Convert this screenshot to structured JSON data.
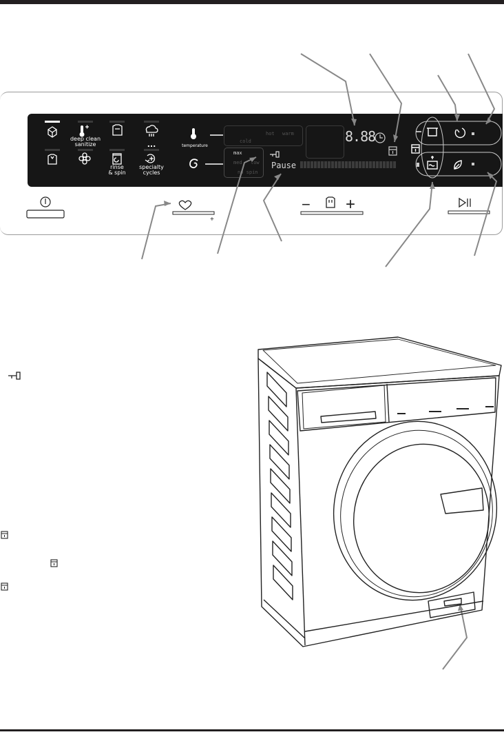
{
  "panel": {
    "programs": [
      {
        "id": "normal",
        "icon": "cotton-icon",
        "label": ""
      },
      {
        "id": "deep-clean",
        "icon": "thermometer-plus-icon",
        "label": "deep clean\nsanitize"
      },
      {
        "id": "colors",
        "icon": "shirt-icon",
        "label": ""
      },
      {
        "id": "delicates",
        "icon": "cloud-drops-icon",
        "label": ""
      },
      {
        "id": "casual",
        "icon": "shirt-fold-icon",
        "label": ""
      },
      {
        "id": "hand-wash",
        "icon": "flower-icon",
        "label": ""
      },
      {
        "id": "rinse-spin",
        "icon": "rinse-spin-icon",
        "label": "rinse\n& spin"
      },
      {
        "id": "specialty",
        "icon": "specialty-icon",
        "label": "specialty\ncycles"
      }
    ],
    "specialty_dots": "...",
    "temperature_label": "temperature",
    "temp_options": {
      "cold": "cold",
      "hot": "hot",
      "warm": "warm"
    },
    "spin_options": {
      "max": "max",
      "med": "med",
      "low": "low",
      "no_spin": "no spin"
    },
    "digits": "8.88",
    "status_text": "Pause",
    "favorite_plus": "+",
    "minus_sign": "−",
    "plus_sign": "+"
  },
  "side_icons": {
    "lock": "key-lock-icon",
    "door1": "door-lock-icon",
    "door2": "door-lock-icon",
    "door3": "door-lock-icon"
  }
}
